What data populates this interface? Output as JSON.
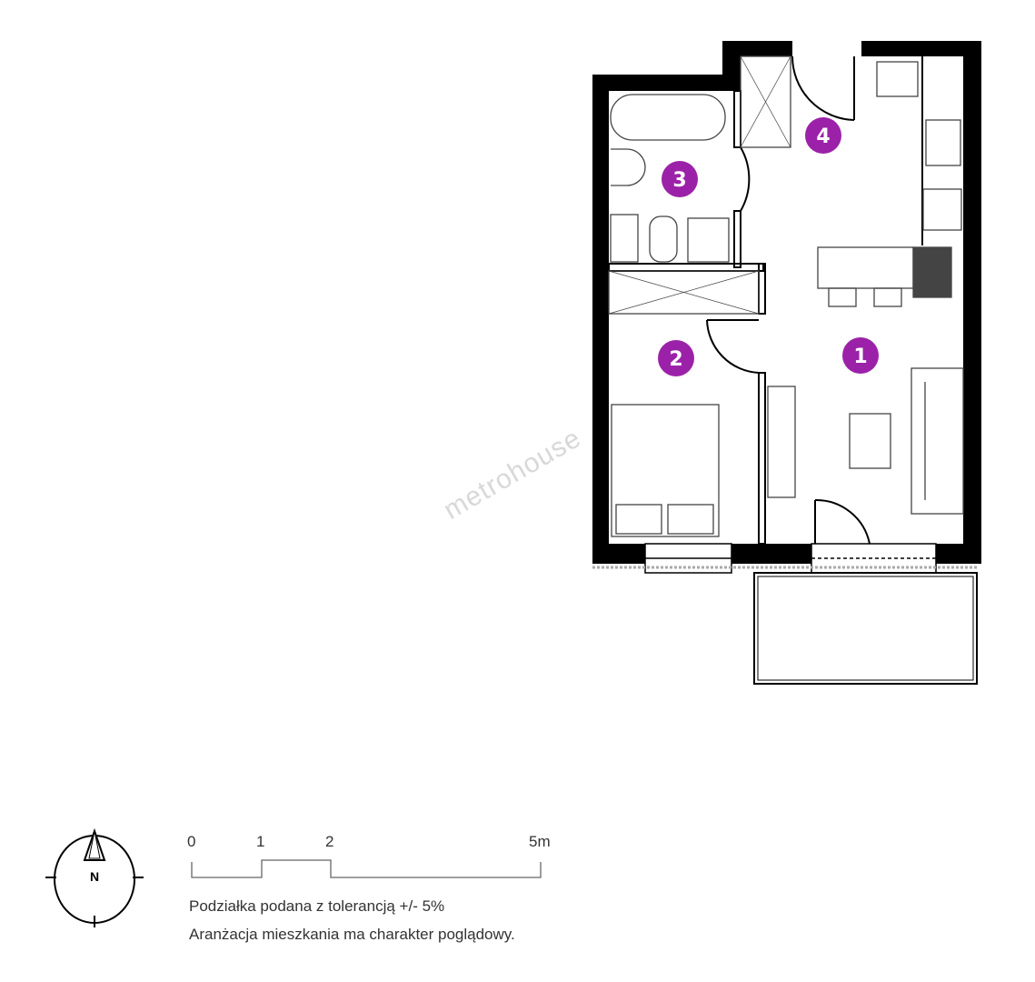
{
  "watermark": "metrohouse",
  "rooms": [
    {
      "number": "1"
    },
    {
      "number": "2"
    },
    {
      "number": "3"
    },
    {
      "number": "4"
    }
  ],
  "marker_color": "#9b22a8",
  "compass": {
    "label": "N"
  },
  "scale": {
    "ticks": [
      "0",
      "1",
      "2",
      "5m"
    ]
  },
  "notes": [
    "Podziałka podana z tolerancją +/- 5%",
    "Aranżacja mieszkania ma charakter poglądowy."
  ]
}
